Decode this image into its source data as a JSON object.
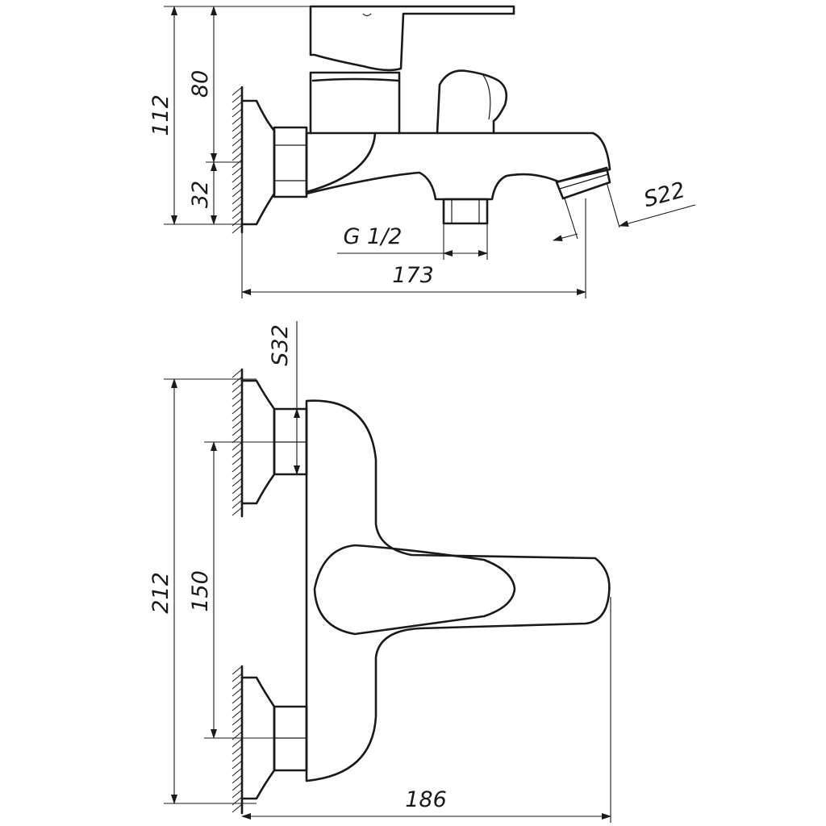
{
  "dimensions": {
    "top_total_height": "112",
    "top_upper_height": "80",
    "top_lower_height": "32",
    "thread": "G 1/2",
    "top_length": "173",
    "nut_size": "S22",
    "hex_size": "S32",
    "front_total_width": "212",
    "front_center_distance": "150",
    "front_depth": "186"
  },
  "colors": {
    "line": "#1a1a1a",
    "background": "#ffffff"
  }
}
